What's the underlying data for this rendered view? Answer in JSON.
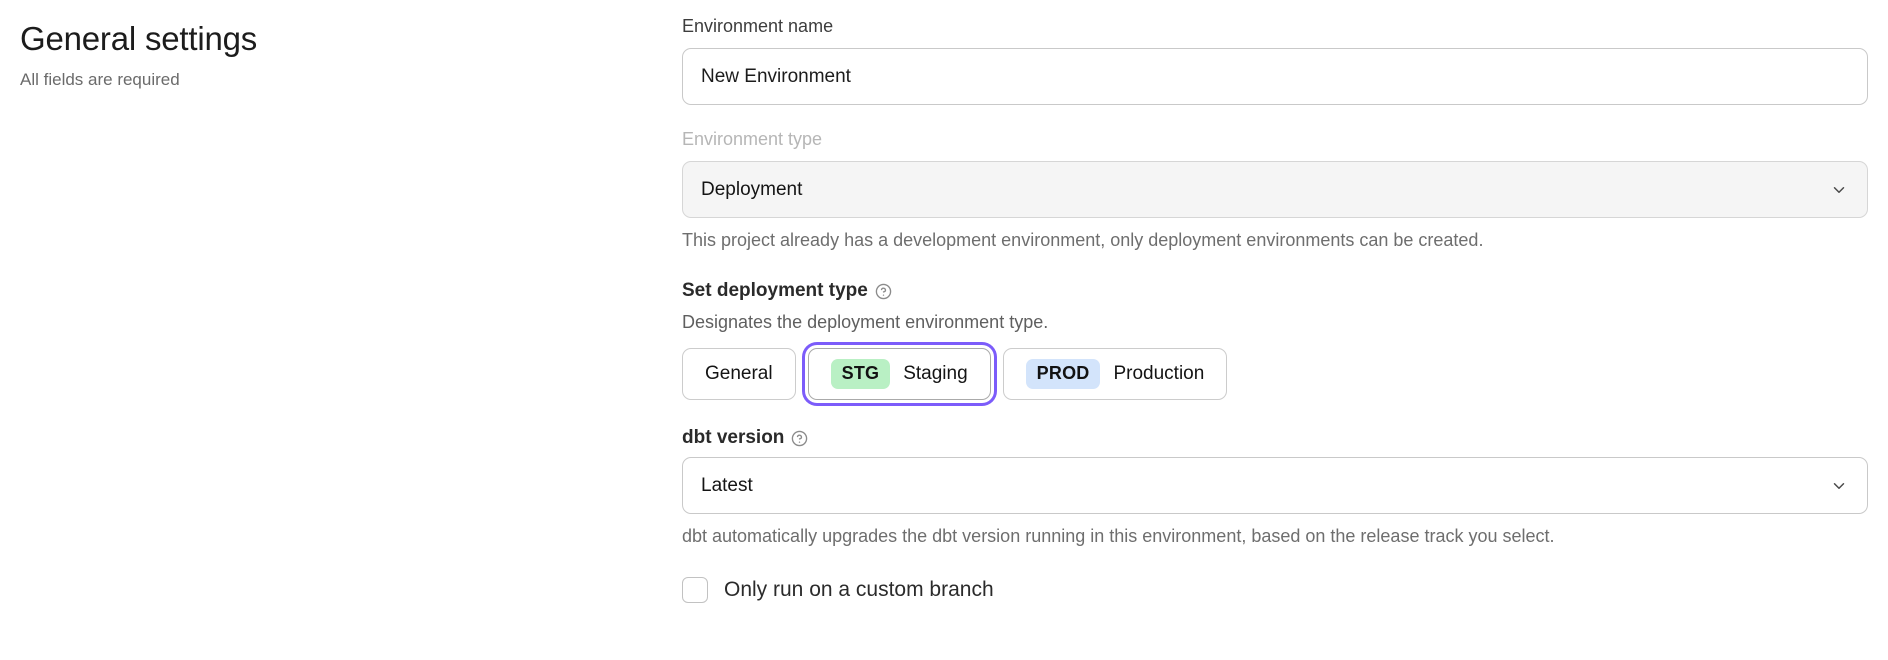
{
  "header": {
    "title": "General settings",
    "subtitle": "All fields are required"
  },
  "form": {
    "environment_name": {
      "label": "Environment name",
      "value": "New Environment",
      "placeholder": "Environment name"
    },
    "environment_type": {
      "label": "Environment type",
      "value": "Deployment",
      "disabled": true,
      "help_text": "This project already has a development environment, only deployment environments can be created.",
      "chevron_icon": "chevron-down-icon"
    },
    "deployment_type": {
      "label": "Set deployment type",
      "help_icon": "question-circle-icon",
      "description": "Designates the deployment environment type.",
      "options": [
        {
          "id": "general",
          "badge": "",
          "label": "General",
          "selected": false,
          "badge_color": ""
        },
        {
          "id": "staging",
          "badge": "STG",
          "label": "Staging",
          "selected": true,
          "badge_color": "#b9f0c4"
        },
        {
          "id": "production",
          "badge": "PROD",
          "label": "Production",
          "selected": false,
          "badge_color": "#d3e4fb"
        }
      ],
      "focus_ring_color": "#7c5cfa"
    },
    "dbt_version": {
      "label": "dbt version",
      "help_icon": "question-circle-icon",
      "value": "Latest",
      "help_text": "dbt automatically upgrades the dbt version running in this environment, based on the release track you select.",
      "chevron_icon": "chevron-down-icon"
    },
    "custom_branch": {
      "label": "Only run on a custom branch",
      "checked": false
    }
  }
}
